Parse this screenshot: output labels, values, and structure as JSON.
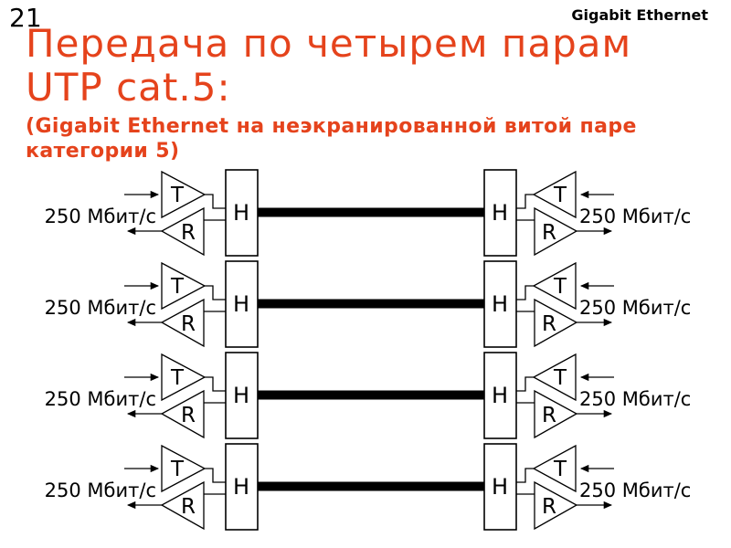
{
  "slide": {
    "number": "21",
    "header_right": "Gigabit Ethernet",
    "title_line1": "Передача по четырем парам",
    "title_line2": "UTP cat.5:",
    "subtitle_line1": "(Gigabit Ethernet на неэкранированной витой паре",
    "subtitle_line2": "категории 5)",
    "title_color": "#e5431c",
    "text_color": "#000000",
    "background_color": "#ffffff"
  },
  "diagram": {
    "labels": {
      "transmitter": "T",
      "receiver": "R",
      "hybrid": "H"
    },
    "rows": [
      {
        "left_rate": "250 Мбит/с",
        "right_rate": "250 Мбит/с"
      },
      {
        "left_rate": "250 Мбит/с",
        "right_rate": "250 Мбит/с"
      },
      {
        "left_rate": "250 Мбит/с",
        "right_rate": "250 Мбит/с"
      },
      {
        "left_rate": "250 Мбит/с",
        "right_rate": "250 Мбит/с"
      }
    ]
  }
}
